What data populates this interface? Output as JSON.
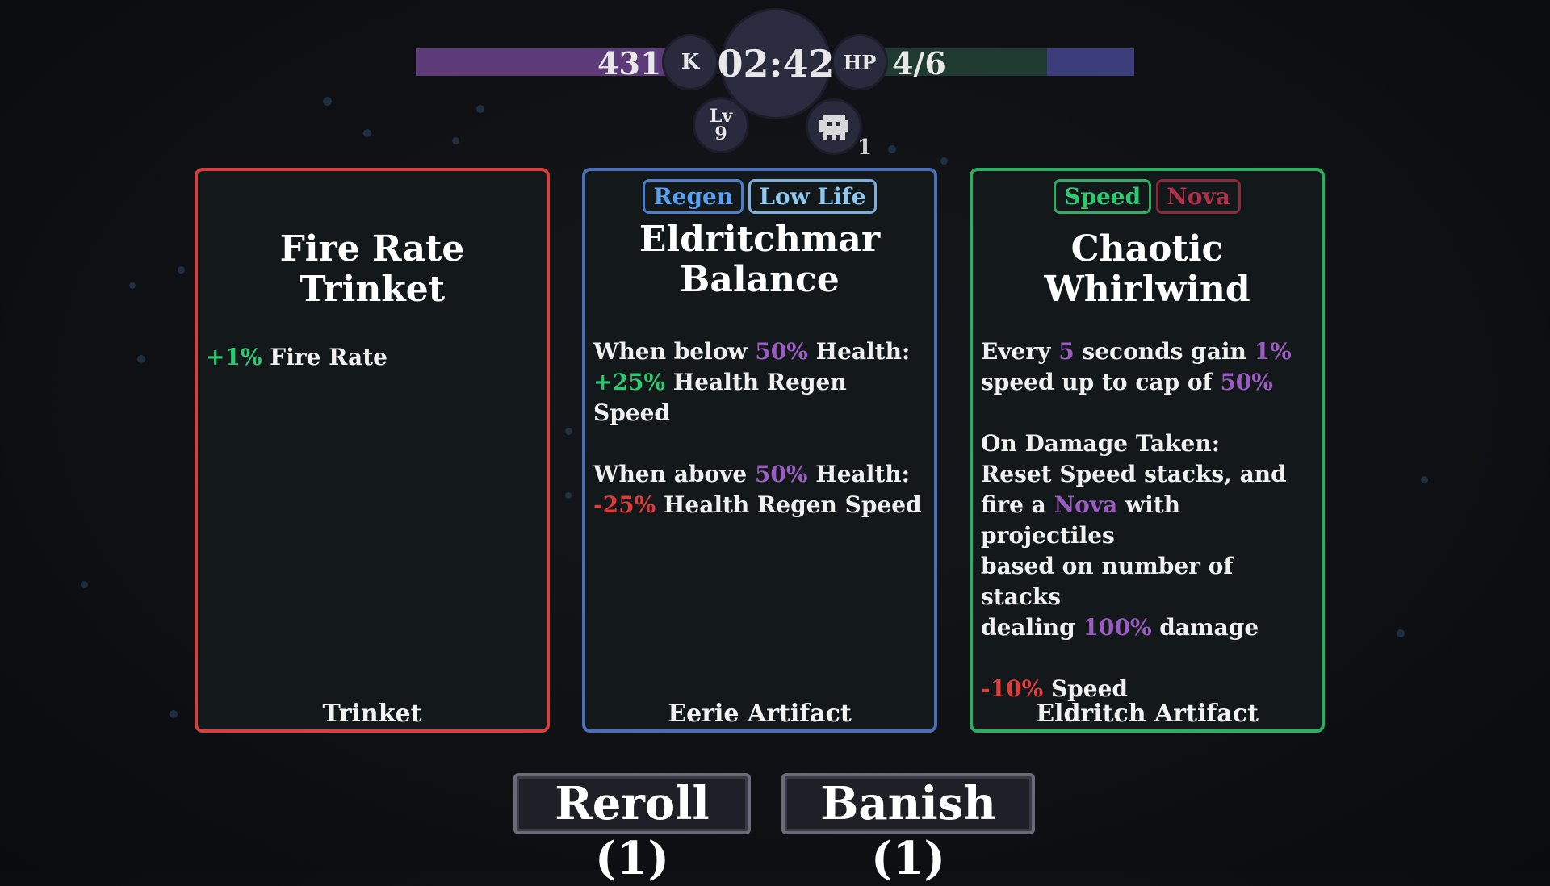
{
  "hud": {
    "kills": "431",
    "kills_label": "K",
    "timer": "02:42",
    "hp_label": "HP",
    "hp_value": "4/6",
    "level_label": "Lv",
    "level_value": "9",
    "ghost_count": "1"
  },
  "cards": [
    {
      "title": "Fire Rate Trinket",
      "tags": [],
      "lines": [
        {
          "segments": [
            {
              "t": "+1%",
              "c": "g"
            },
            {
              "t": " Fire Rate"
            }
          ]
        }
      ],
      "footer": "Trinket"
    },
    {
      "title": "Eldritchmar Balance",
      "tags": [
        "Regen",
        "Low Life"
      ],
      "paragraphs": [
        [
          [
            {
              "t": "When below "
            },
            {
              "t": "50%",
              "c": "p"
            },
            {
              "t": " Health:"
            }
          ],
          [
            {
              "t": "+25%",
              "c": "g"
            },
            {
              "t": " Health Regen Speed"
            }
          ]
        ],
        [
          [
            {
              "t": "When above "
            },
            {
              "t": "50%",
              "c": "p"
            },
            {
              "t": " Health:"
            }
          ],
          [
            {
              "t": "-25%",
              "c": "r"
            },
            {
              "t": " Health Regen Speed"
            }
          ]
        ]
      ],
      "footer": "Eerie Artifact"
    },
    {
      "title": "Chaotic Whirlwind",
      "tags": [
        "Speed",
        "Nova"
      ],
      "paragraphs": [
        [
          [
            {
              "t": "Every "
            },
            {
              "t": "5",
              "c": "p"
            },
            {
              "t": " seconds gain "
            },
            {
              "t": "1%",
              "c": "p"
            }
          ],
          [
            {
              "t": "speed up to cap of "
            },
            {
              "t": "50%",
              "c": "p"
            }
          ]
        ],
        [
          [
            {
              "t": "On Damage Taken:"
            }
          ],
          [
            {
              "t": "Reset Speed stacks, and"
            }
          ],
          [
            {
              "t": "fire a "
            },
            {
              "t": "Nova",
              "c": "p"
            },
            {
              "t": " with projectiles"
            }
          ],
          [
            {
              "t": "based on number of stacks"
            }
          ],
          [
            {
              "t": "dealing "
            },
            {
              "t": "100%",
              "c": "p"
            },
            {
              "t": " damage"
            }
          ]
        ],
        [
          [
            {
              "t": "-10%",
              "c": "r"
            },
            {
              "t": " Speed"
            }
          ]
        ]
      ],
      "footer": "Eldritch Artifact"
    }
  ],
  "buttons": {
    "reroll": "Reroll (1)",
    "banish": "Banish (1)"
  },
  "colors": {
    "trinket_border": "#d84040",
    "eerie_border": "#4a6fb8",
    "eldritch_border": "#2dae63",
    "positive": "#2dc870",
    "highlight": "#9a5cc0",
    "negative": "#e03a3a"
  }
}
